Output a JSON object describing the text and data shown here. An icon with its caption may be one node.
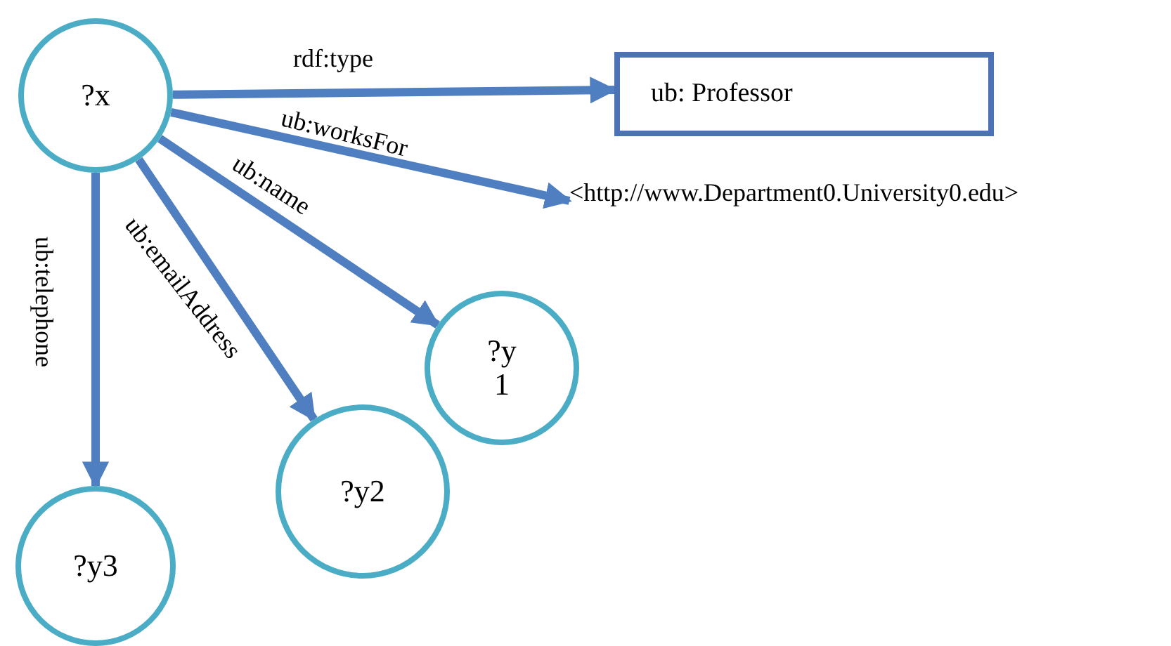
{
  "diagram": {
    "nodes": [
      {
        "text": [
          "?x"
        ]
      },
      {
        "text": [
          "ub: Professor"
        ]
      },
      {
        "text": [
          "<http://www.Department0.University0.edu>"
        ]
      },
      {
        "text": [
          "?y 1"
        ]
      },
      {
        "text": [
          "?y2"
        ]
      },
      {
        "text": [
          "?y3"
        ]
      }
    ],
    "edges": [
      {
        "from": 0,
        "to": 1,
        "arrow": "to",
        "label": "rdf:type"
      },
      {
        "from": 0,
        "to": 2,
        "arrow": "to",
        "label": "ub:worksFor"
      },
      {
        "from": 0,
        "to": 3,
        "arrow": "to",
        "label": "ub:name"
      },
      {
        "from": 0,
        "to": 4,
        "arrow": "to",
        "label": "ub:emailAddress"
      },
      {
        "from": 0,
        "to": 5,
        "arrow": "to",
        "label": "ub:telephone"
      }
    ]
  }
}
